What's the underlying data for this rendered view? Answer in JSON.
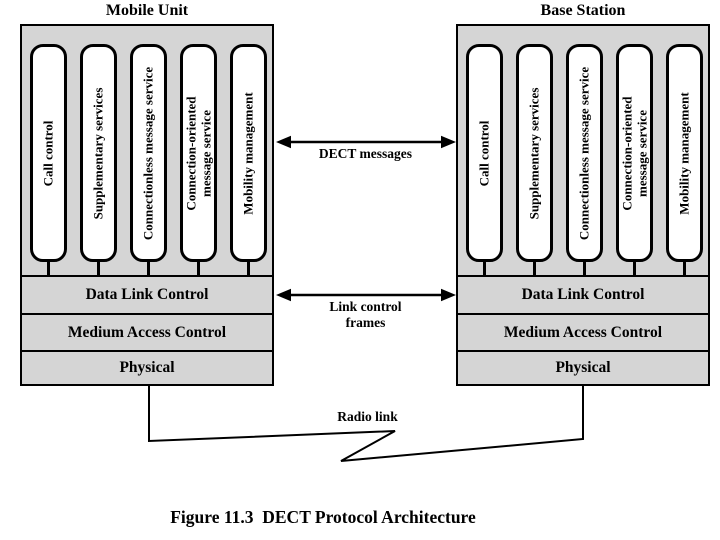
{
  "diagram": {
    "caption": "Figure 11.3  DECT Protocol Architecture",
    "labels": {
      "dect_messages": "DECT messages",
      "link_control_frames": "Link control\nframes",
      "radio_link": "Radio link"
    },
    "stacks": [
      {
        "title": "Mobile Unit",
        "pills": [
          "Call control",
          "Supplementary services",
          "Connectionless message service",
          "Connection-oriented\nmessage service",
          "Mobility management"
        ],
        "layers": [
          "Data Link Control",
          "Medium Access Control",
          "Physical"
        ]
      },
      {
        "title": "Base Station",
        "pills": [
          "Call control",
          "Supplementary services",
          "Connectionless message service",
          "Connection-oriented\nmessage service",
          "Mobility management"
        ],
        "layers": [
          "Data Link Control",
          "Medium Access Control",
          "Physical"
        ]
      }
    ],
    "colors": {
      "box_fill": "#d5d5d5",
      "pill_fill": "#ffffff",
      "line": "#000000",
      "background": "#ffffff"
    }
  }
}
